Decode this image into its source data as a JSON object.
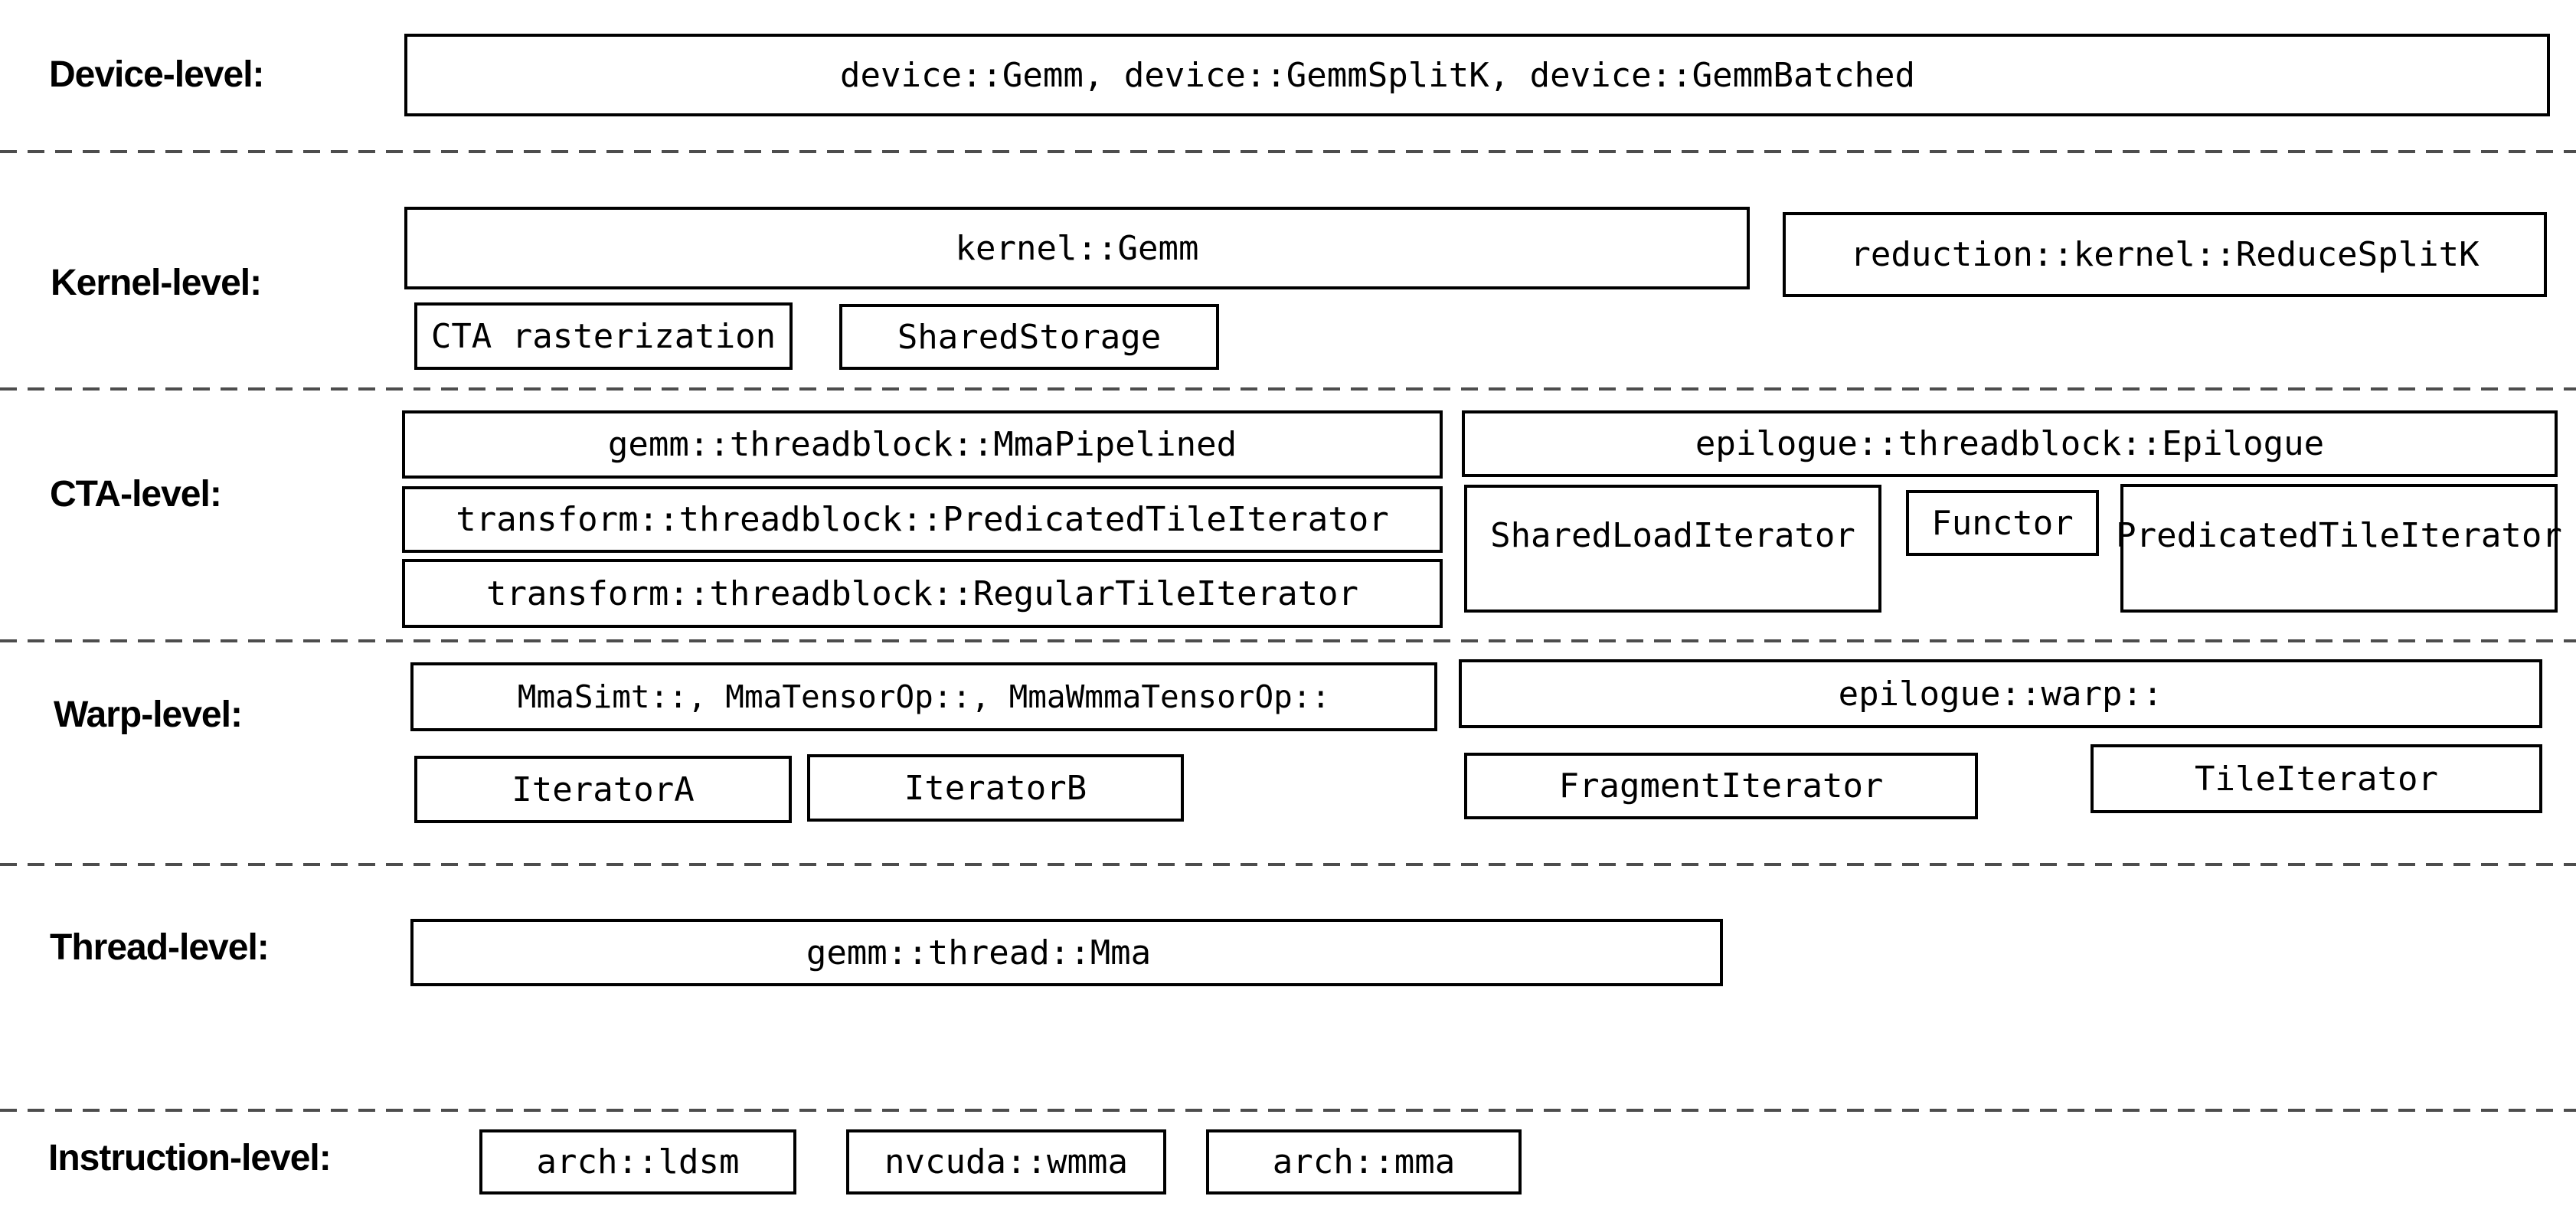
{
  "colors": {
    "background": "#ffffff",
    "box_border": "#000000",
    "box_text": "#000000",
    "separator": "#4d4d4d"
  },
  "rows": [
    {
      "label": "Device-level:",
      "boxes": [
        {
          "label": "device::Gemm, device::GemmSplitK, device::GemmBatched"
        }
      ]
    },
    {
      "label": "Kernel-level:",
      "boxes": [
        {
          "label": "kernel::Gemm"
        },
        {
          "label": "reduction::kernel::ReduceSplitK"
        },
        {
          "label": "CTA rasterization"
        },
        {
          "label": "SharedStorage"
        }
      ]
    },
    {
      "label": "CTA-level:",
      "boxes": [
        {
          "label": "gemm::threadblock::MmaPipelined"
        },
        {
          "label": "epilogue::threadblock::Epilogue"
        },
        {
          "label": "transform::threadblock::PredicatedTileIterator"
        },
        {
          "label": "SharedLoadIterator"
        },
        {
          "label": "Functor"
        },
        {
          "label": "PredicatedTileIterator"
        },
        {
          "label": "transform::threadblock::RegularTileIterator"
        }
      ]
    },
    {
      "label": "Warp-level:",
      "boxes": [
        {
          "label": "MmaSimt::, MmaTensorOp::, MmaWmmaTensorOp::"
        },
        {
          "label": "epilogue::warp::"
        },
        {
          "label": "IteratorA"
        },
        {
          "label": "IteratorB"
        },
        {
          "label": "FragmentIterator"
        },
        {
          "label": "TileIterator"
        }
      ]
    },
    {
      "label": "Thread-level:",
      "boxes": [
        {
          "label": "gemm::thread::Mma"
        }
      ]
    },
    {
      "label": "Instruction-level:",
      "boxes": [
        {
          "label": "arch::ldsm"
        },
        {
          "label": "nvcuda::wmma"
        },
        {
          "label": "arch::mma"
        }
      ]
    }
  ]
}
